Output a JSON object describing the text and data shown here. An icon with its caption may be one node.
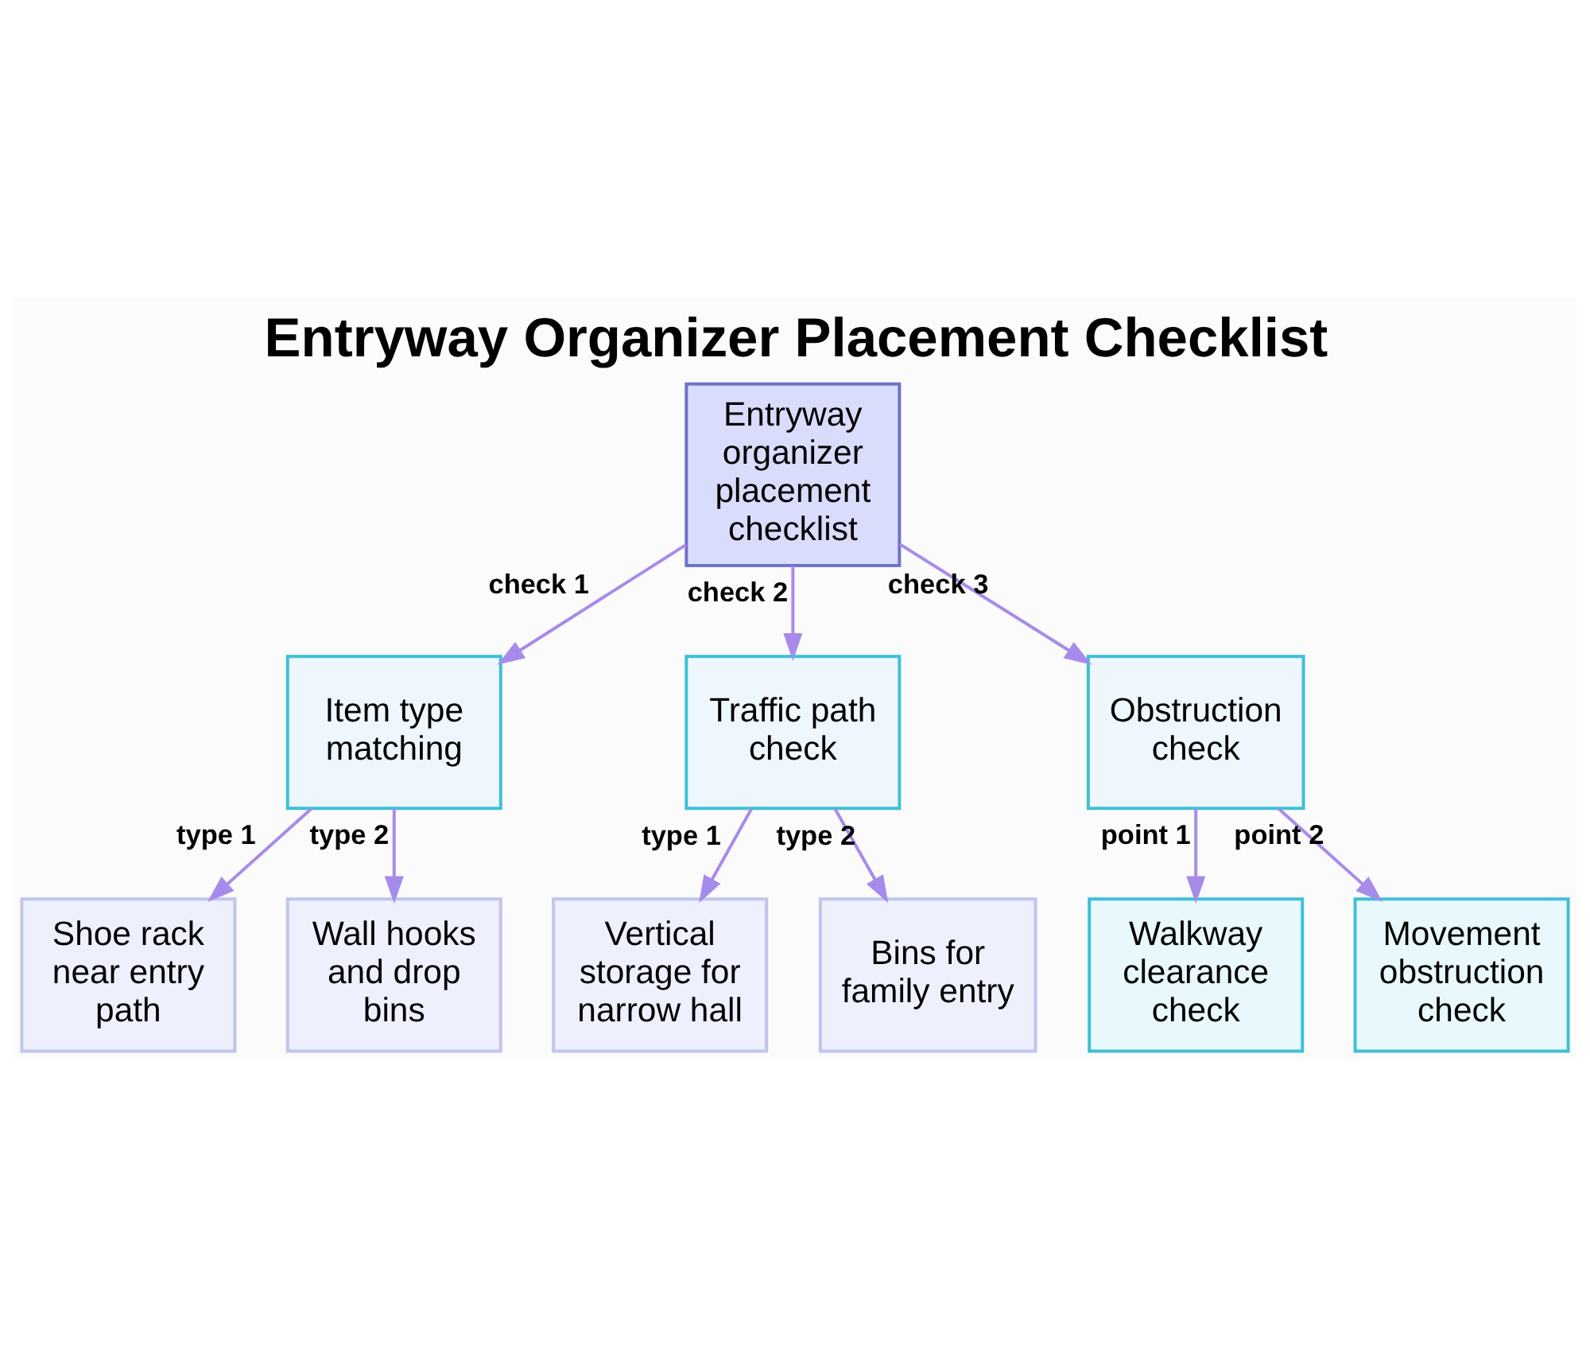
{
  "diagram": {
    "title": "Entryway Organizer Placement Checklist",
    "nodes": [
      {
        "text": [
          "Entryway organizer placement checklist"
        ]
      },
      {
        "text": [
          "Item type matching"
        ]
      },
      {
        "text": [
          "Traffic path check"
        ]
      },
      {
        "text": [
          "Obstruction check"
        ]
      },
      {
        "text": [
          "Shoe rack near entry path"
        ]
      },
      {
        "text": [
          "Wall hooks and drop bins"
        ]
      },
      {
        "text": [
          "Vertical storage for narrow hall"
        ]
      },
      {
        "text": [
          "Bins for family entry"
        ]
      },
      {
        "text": [
          "Walkway clearance check"
        ]
      },
      {
        "text": [
          "Movement obstruction check"
        ]
      }
    ],
    "edges": [
      {
        "from": 0,
        "to": 1,
        "arrow": "to",
        "label": "check 1"
      },
      {
        "from": 0,
        "to": 2,
        "arrow": "to",
        "label": "check 2"
      },
      {
        "from": 0,
        "to": 3,
        "arrow": "to",
        "label": "check 3"
      },
      {
        "from": 1,
        "to": 4,
        "arrow": "to",
        "label": "type 1"
      },
      {
        "from": 1,
        "to": 5,
        "arrow": "to",
        "label": "type 2"
      },
      {
        "from": 2,
        "to": 6,
        "arrow": "to",
        "label": "type 1"
      },
      {
        "from": 2,
        "to": 7,
        "arrow": "to",
        "label": "type 2"
      },
      {
        "from": 3,
        "to": 8,
        "arrow": "to",
        "label": "point 1"
      },
      {
        "from": 3,
        "to": 9,
        "arrow": "to",
        "label": "point 2"
      }
    ]
  }
}
